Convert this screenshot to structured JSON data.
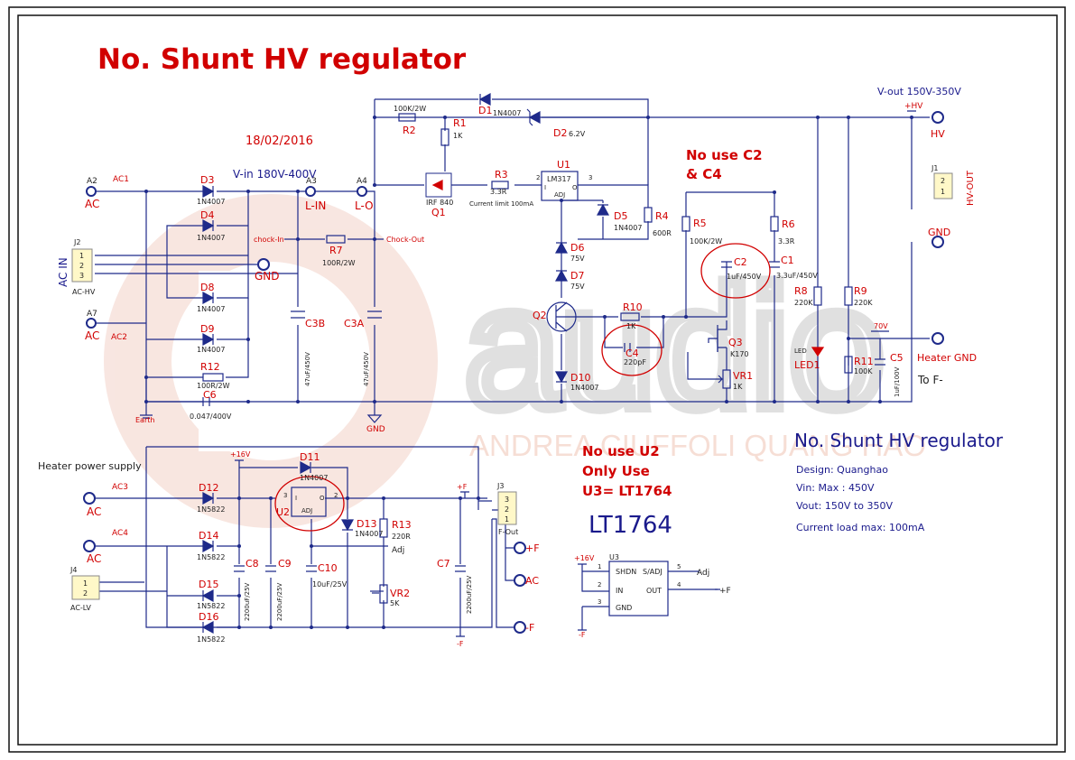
{
  "title": "No. Shunt HV regulator",
  "date": "18/02/2016",
  "vin_note": "V-in 180V-400V",
  "vout_note": "V-out 150V-350V",
  "notes": {
    "c2c4_line1": "No use C2",
    "c2c4_line2": "& C4",
    "u2_line1": "No use U2",
    "u2_line2": "Only Use",
    "u2_line3": "U3= LT1764",
    "lt1764": "LT1764"
  },
  "info": {
    "title": "No. Shunt HV  regulator",
    "design": "Design: Quanghao",
    "vin": "Vin: Max : 450V",
    "vout": "Vout: 150V to 350V",
    "current": "Current load max: 100mA"
  },
  "watermark": {
    "big": "audio",
    "sub": "ANDREA CIUFFOLI QUANG HAO"
  },
  "heater_label": "Heater power supply",
  "terminals": {
    "a2": "A2",
    "ac1": "AC1",
    "ac_top": "AC",
    "a7": "A7",
    "ac2": "AC2",
    "ac_mid": "AC",
    "a3": "A3",
    "l_in": "L-IN",
    "a4": "A4",
    "l_o": "L-O",
    "gnd1": "GND",
    "gnd2": "GND",
    "hv": "HV",
    "hv_plus": "+HV",
    "gnd_out": "GND",
    "heater_gnd": "Heater GND",
    "to_f": "To F-",
    "earth": "Earth",
    "chock_in": "chock-In",
    "chock_out": "Chock-Out",
    "ac3": "AC3",
    "ac_h1": "AC",
    "ac4": "AC4",
    "ac_h2": "AC",
    "plus16": "+16V",
    "plusF": "+F",
    "plus16b": "+16V",
    "fplus": "+F",
    "fminus": "-F",
    "ac_out": "AC",
    "adj1": "Adj",
    "adj2": "Adj",
    "minusF1": "-F",
    "minusF2": "-F",
    "plusF2": "+F",
    "v70": "70V"
  },
  "connectors": {
    "j1": "J1",
    "j1_name": "HV-OUT",
    "j1_p1": "1",
    "j1_p2": "2",
    "j2": "J2",
    "j2_name": "AC IN",
    "j2_sub": "AC-HV",
    "j2_p1": "1",
    "j2_p2": "2",
    "j2_p3": "3",
    "j3": "J3",
    "j3_sub": "F-Out",
    "j3_p1": "1",
    "j3_p2": "2",
    "j3_p3": "3",
    "j4": "J4",
    "j4_sub": "AC-LV",
    "j4_p1": "1",
    "j4_p2": "2"
  },
  "parts": {
    "d1": "D1",
    "d1v": "1N4007",
    "d2": "D2",
    "d2v": "6.2V",
    "d3": "D3",
    "d3v": "1N4007",
    "d4": "D4",
    "d4v": "1N4007",
    "d5": "D5",
    "d5v": "1N4007",
    "d6": "D6",
    "d6v": "75V",
    "d7": "D7",
    "d7v": "75V",
    "d8": "D8",
    "d8v": "1N4007",
    "d9": "D9",
    "d9v": "1N4007",
    "d10": "D10",
    "d10v": "1N4007",
    "d11": "D11",
    "d11v": "1N4007",
    "d12": "D12",
    "d12v": "1N5822",
    "d13": "D13",
    "d13v": "1N4007",
    "d14": "D14",
    "d14v": "1N5822",
    "d15": "D15",
    "d15v": "1N5822",
    "d16": "D16",
    "d16v": "1N5822",
    "r1": "R1",
    "r1v": "1K",
    "r2": "R2",
    "r2v": "100K/2W",
    "r3": "R3",
    "r3v": "3.3R",
    "r3n": "Current limit 100mA",
    "r4": "R4",
    "r4v": "600R",
    "r5": "R5",
    "r5v": "100K/2W",
    "r6": "R6",
    "r6v": "3.3R",
    "r7": "R7",
    "r7v": "100R/2W",
    "r8": "R8",
    "r8v": "220K",
    "r9": "R9",
    "r9v": "220K",
    "r10": "R10",
    "r10v": "1K",
    "r11": "R11",
    "r11v": "100K",
    "r12": "R12",
    "r12v": "100R/2W",
    "r13": "R13",
    "r13v": "220R",
    "c1": "C1",
    "c1v": "3.3uF/450V",
    "c2": "C2",
    "c2v": "1uF/450V",
    "c3a": "C3A",
    "c3av": "47uF/450V",
    "c3b": "C3B",
    "c3bv": "47uF/450V",
    "c4": "C4",
    "c4v": "220pF",
    "c5": "C5",
    "c5v": "1uF/100V",
    "c6": "C6",
    "c6v": "0.047/400V",
    "c7": "C7",
    "c7v": "2200uF/25V",
    "c8": "C8",
    "c8v": "2200uF/25V",
    "c9": "C9",
    "c9v": "2200uF/25V",
    "c10": "C10",
    "c10v": "10uF/25V",
    "q1": "Q1",
    "q1v": "IRF 840",
    "q2": "Q2",
    "q3": "Q3",
    "q3v": "K170",
    "u1": "U1",
    "u1v": "LM317",
    "u1_adj": "ADJ",
    "u1_i": "I",
    "u1_o": "O",
    "u2": "U2",
    "u2_adj": "ADJ",
    "u2_i": "I",
    "u2_o": "O",
    "u3": "U3",
    "u3_shdn": "SHDN",
    "u3_sadj": "S/ADJ",
    "u3_in": "IN",
    "u3_out": "OUT",
    "u3_gnd": "GND",
    "vr1": "VR1",
    "vr1v": "1K",
    "vr2": "VR2",
    "vr2v": "5K",
    "led1": "LED1",
    "led_lbl": "LED",
    "p1": "1",
    "p2": "2",
    "p3": "3",
    "p4": "4",
    "p5": "5"
  },
  "colors": {
    "title": "#d10000",
    "wire": "#1e2a8a",
    "refdes": "#d10000",
    "note_red": "#d10000",
    "info_blue": "#1a1a8c",
    "watermark_red": "#e8b8a8",
    "watermark_gray": "#d8d8d8"
  }
}
